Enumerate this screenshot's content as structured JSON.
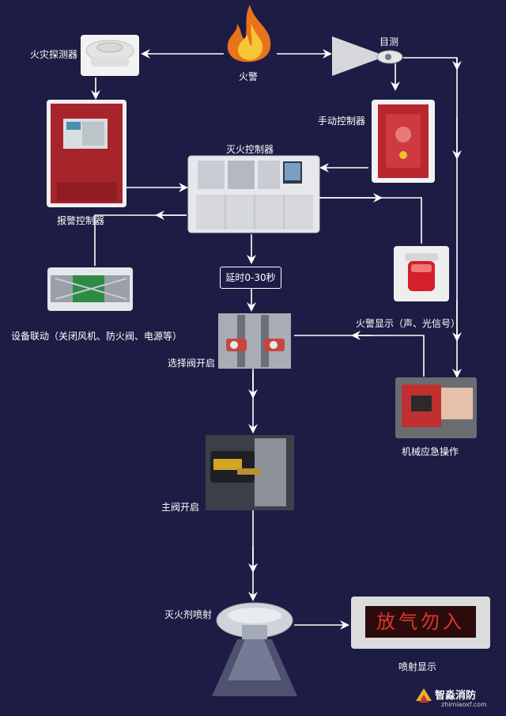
{
  "labels": {
    "smoke_detector": "火灾探测器",
    "fire_alarm": "火警",
    "visual": "目测",
    "manual_controller": "手动控制器",
    "extinguish_controller": "灭火控制器",
    "alarm_controller": "报警控制器",
    "delay": "延时0-30秒",
    "linkage": "设备联动（关闭风机、防火阀、电源等）",
    "alarm_display": "火警显示（声、光信号）",
    "select_valve": "选择阀开启",
    "mechanical": "机械应急操作",
    "main_valve": "主阀开启",
    "spray": "灭火剂喷射",
    "spray_display": "喷射显示"
  },
  "sign_text": "放气勿入",
  "watermark": {
    "name": "智淼消防",
    "url": "zhimiaoxf.com"
  },
  "colors": {
    "background": "#1d1c44",
    "arrow": "#ffffff",
    "sign_text": "#e0362a"
  }
}
